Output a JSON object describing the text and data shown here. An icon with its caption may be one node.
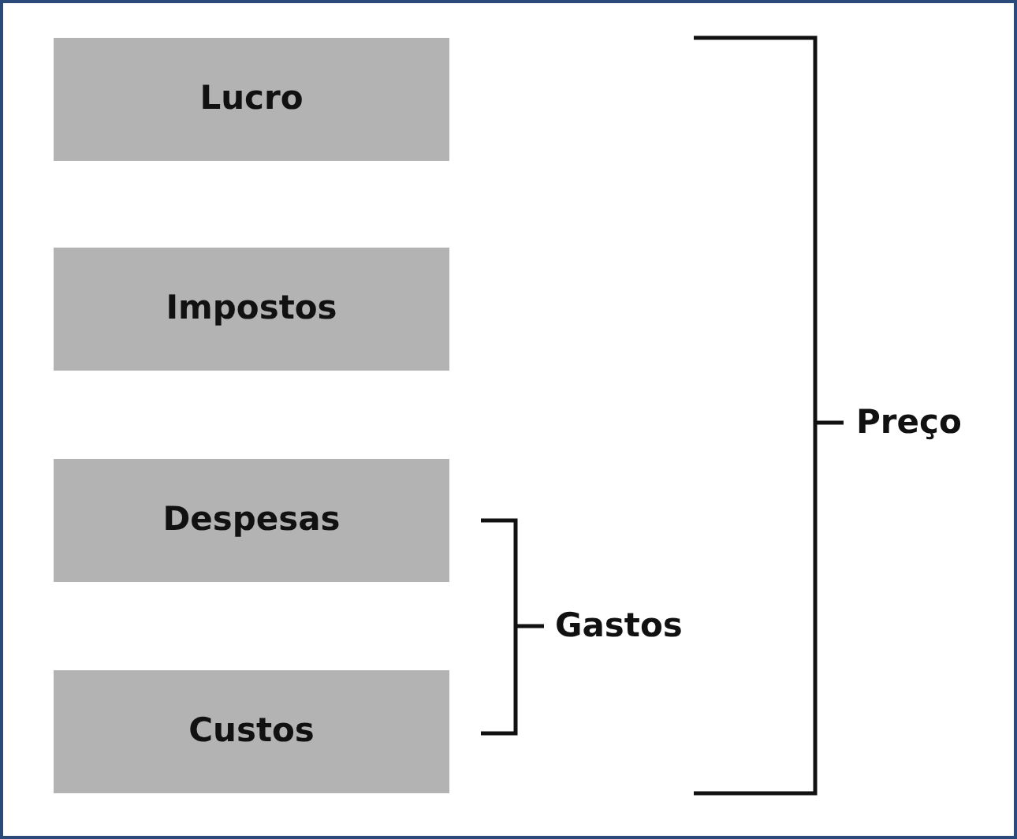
{
  "diagram": {
    "nodes": [
      {
        "text": [
          "Lucro"
        ]
      },
      {
        "text": [
          "Impostos"
        ]
      },
      {
        "text": [
          "Despesas"
        ]
      },
      {
        "text": [
          "Custos"
        ]
      }
    ],
    "labels": [
      "Preço",
      "Gastos"
    ]
  }
}
